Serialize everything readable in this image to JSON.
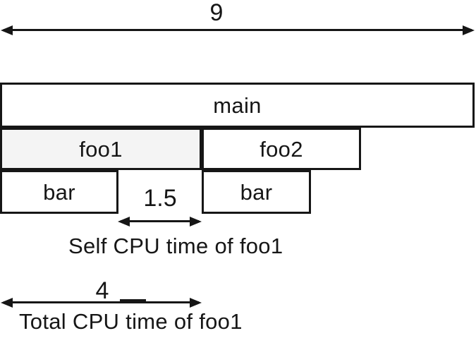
{
  "diagram": {
    "span_total": {
      "value": "9"
    },
    "stack": {
      "main": {
        "label": "main"
      },
      "foo1": {
        "label": "foo1"
      },
      "foo2": {
        "label": "foo2"
      },
      "bar_left": {
        "label": "bar"
      },
      "bar_right": {
        "label": "bar"
      }
    },
    "self_cpu": {
      "value": "1.5",
      "caption": "Self CPU time of foo1"
    },
    "total_cpu": {
      "value": "4",
      "caption": "Total CPU time of foo1"
    },
    "colors": {
      "stroke": "#161616",
      "foo1_fill": "#f4f4f4",
      "box_fill": "#ffffff",
      "background": "#ffffff"
    }
  }
}
